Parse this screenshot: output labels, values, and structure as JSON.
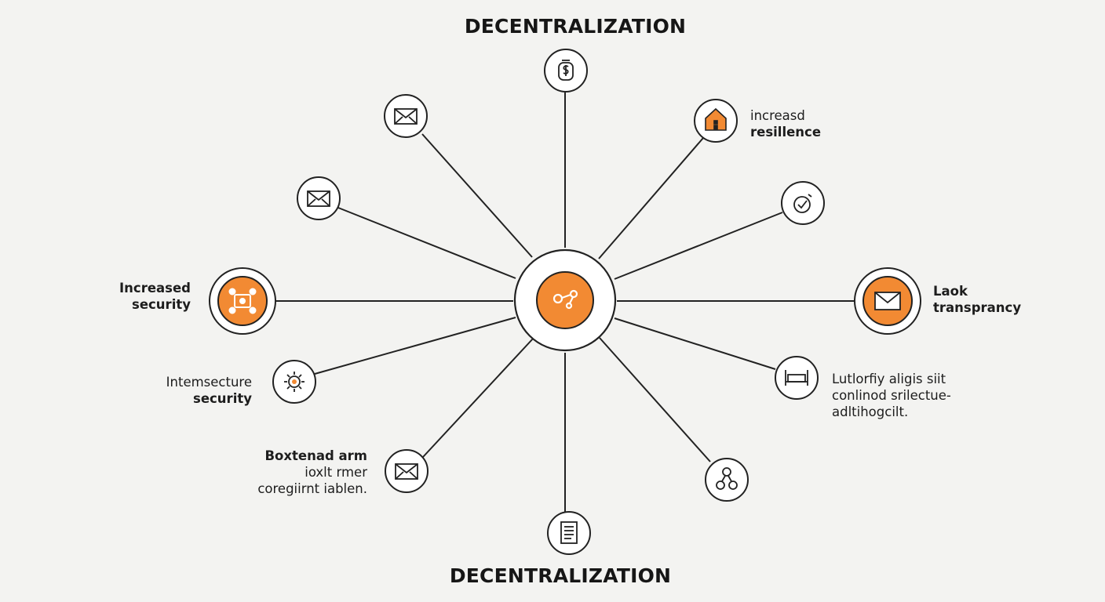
{
  "title_top": "DECENTRALIZATION",
  "title_bottom": "DECENTRALIZATION",
  "colors": {
    "accent": "#f28a33",
    "line": "#222222",
    "node_fill": "#ffffff",
    "background": "#f3f3f1"
  },
  "hub": {
    "icon": "link-nodes-icon"
  },
  "nodes": [
    {
      "id": "top",
      "icon": "money-bag-icon",
      "highlight": false
    },
    {
      "id": "upper-left-1",
      "icon": "envelope-icon",
      "highlight": false
    },
    {
      "id": "upper-left-2",
      "icon": "envelope-icon",
      "highlight": false
    },
    {
      "id": "left",
      "icon": "network-icon",
      "highlight": true
    },
    {
      "id": "lower-left-1",
      "icon": "virus-icon",
      "highlight": false
    },
    {
      "id": "lower-left-2",
      "icon": "envelope-icon",
      "highlight": false
    },
    {
      "id": "bottom",
      "icon": "document-icon",
      "highlight": false
    },
    {
      "id": "lower-right-2",
      "icon": "share-nodes-icon",
      "highlight": false
    },
    {
      "id": "lower-right-1",
      "icon": "bed-icon",
      "highlight": false
    },
    {
      "id": "right",
      "icon": "envelope-icon",
      "highlight": true
    },
    {
      "id": "upper-right-2",
      "icon": "clock-check-icon",
      "highlight": false
    },
    {
      "id": "upper-right-1",
      "icon": "house-icon",
      "highlight": false
    }
  ],
  "labels": {
    "increased_resilience": {
      "line1": "increasd",
      "line2": "resillence"
    },
    "increased_security": {
      "line1": "Increased",
      "line2": "security"
    },
    "lack_transparency": {
      "line1": "Laok",
      "line2": "transprancy"
    },
    "internal_security": {
      "line1": "Intemsecture",
      "line2": "security"
    },
    "lower_right_note": {
      "line1": "Lutlorfiy aligis siit",
      "line2": "conlinod srilectue-",
      "line3": "adltihogcilt."
    },
    "lower_left_note": {
      "line1": "Boxtenad arm",
      "line2": "ioxlt rmer",
      "line3": "coregiirnt iablen."
    }
  }
}
